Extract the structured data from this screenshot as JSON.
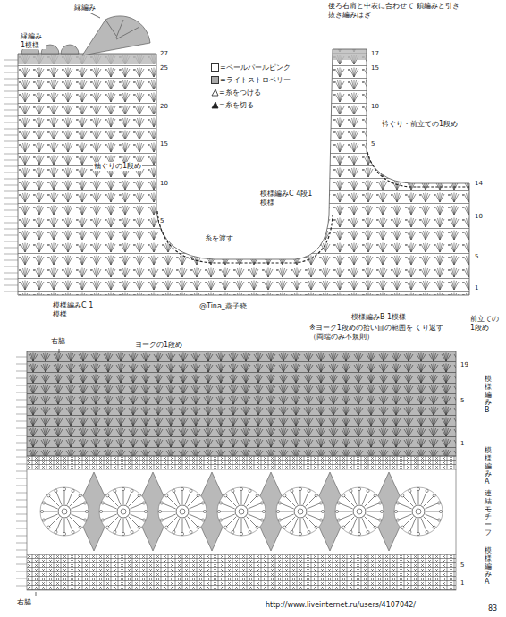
{
  "diagram": {
    "labels": [
      "縁編み",
      "縁編み 1模様",
      "27",
      "25",
      "20",
      "15",
      "10",
      "5",
      "後ろ右肩と中表に合わせて 鎖編みと引き抜き編みはぎ",
      "17",
      "15",
      "10",
      "5",
      "衿ぐり・前立ての1段め",
      "14",
      "10",
      "5",
      "1",
      "袖ぐりの1段め",
      "糸を渡す",
      "模様編みC 4段1模様",
      "模様編みC 1模様",
      "@Tina_燕子晓",
      "右脇",
      "ヨークの1段め",
      "模様編みB 1模様",
      "※ヨーク1段めの拾い目の範囲を くり返す（両端のみ不規則）",
      "前立ての1段め",
      "19",
      "5",
      "1",
      "模様編みB",
      "模様編みA",
      "連結モチーフ",
      "模様編みA",
      "5",
      "1",
      "右脇",
      "http://www.liveinternet.ru/users/4107042/",
      "83"
    ],
    "legend": [
      {
        "text": "=ペールパールピンク",
        "color": "#ffffff"
      },
      {
        "text": "=ライトストロベリー",
        "color": "#a8a8a8"
      },
      {
        "text": "=糸をつける"
      },
      {
        "text": "=糸を切る"
      }
    ]
  }
}
